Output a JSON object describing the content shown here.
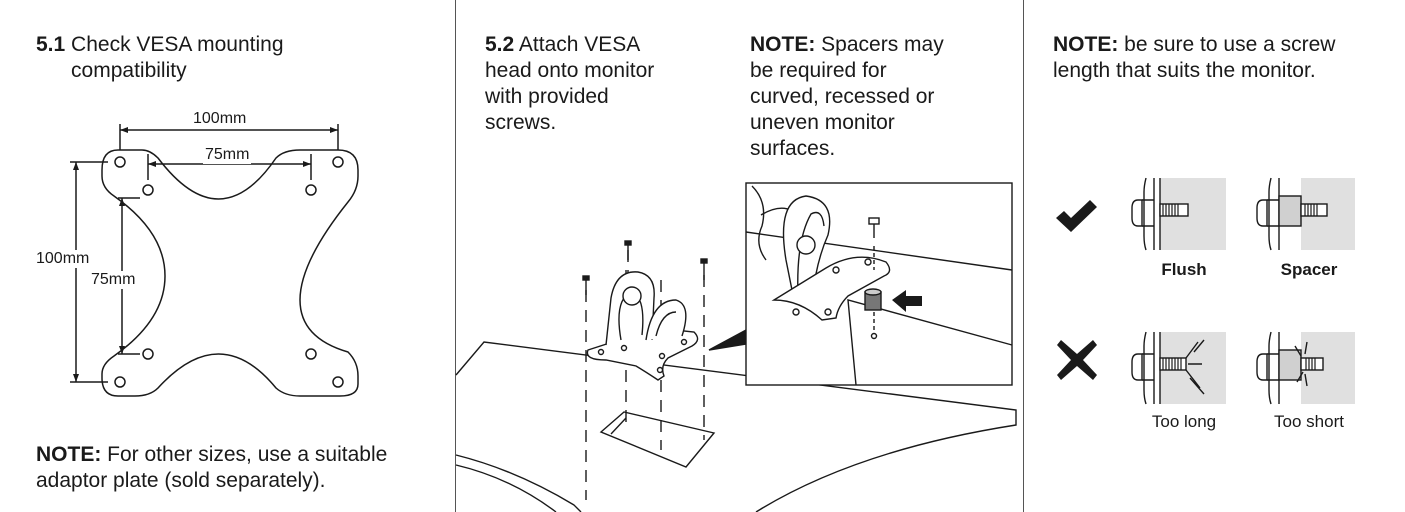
{
  "step_5_1": {
    "number": "5.1",
    "title": "Check VESA mounting compatibility",
    "dim_outer_h": "100mm",
    "dim_inner_h": "75mm",
    "dim_outer_v": "100mm",
    "dim_inner_v": "75mm",
    "note_label": "NOTE:",
    "note_text": "For other sizes, use a suitable adaptor plate (sold separately)."
  },
  "step_5_2": {
    "number": "5.2",
    "title": "Attach VESA head onto monitor with provided screws.",
    "note_label": "NOTE:",
    "note_text": "Spacers may be required for curved, recessed or uneven monitor surfaces."
  },
  "screw_note": {
    "note_label": "NOTE:",
    "note_text": "be sure to use a screw length that suits the monitor.",
    "correct_icon": "checkmark-icon",
    "wrong_icon": "cross-icon",
    "captions": {
      "flush": "Flush",
      "spacer": "Spacer",
      "too_long": "Too long",
      "too_short": "Too short"
    }
  }
}
